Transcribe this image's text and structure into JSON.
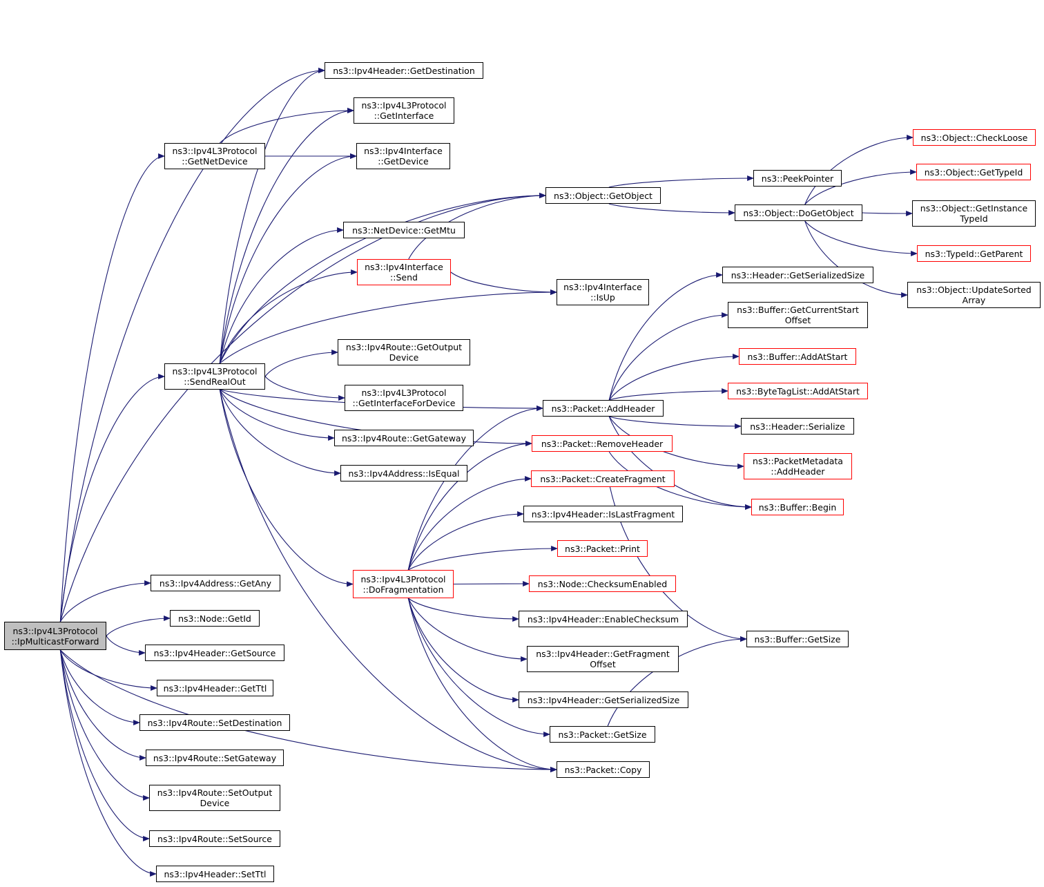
{
  "colors": {
    "edge": "#191970",
    "node_border": "#000000",
    "node_border_incomplete": "#ff0000",
    "root_fill": "#bfbfbf"
  },
  "nodes": [
    {
      "id": "ipmf",
      "lines": [
        "ns3::Ipv4L3Protocol",
        "::IpMulticastForward"
      ],
      "root": true
    },
    {
      "id": "getnetdev",
      "lines": [
        "ns3::Ipv4L3Protocol",
        "::GetNetDevice"
      ]
    },
    {
      "id": "sendrealout",
      "lines": [
        "ns3::Ipv4L3Protocol",
        "::SendRealOut"
      ]
    },
    {
      "id": "getdest",
      "lines": [
        "ns3::Ipv4Header::GetDestination"
      ]
    },
    {
      "id": "getif",
      "lines": [
        "ns3::Ipv4L3Protocol",
        "::GetInterface"
      ]
    },
    {
      "id": "ifgetdev",
      "lines": [
        "ns3::Ipv4Interface",
        "::GetDevice"
      ]
    },
    {
      "id": "getobject",
      "lines": [
        "ns3::Object::GetObject"
      ]
    },
    {
      "id": "peekptr",
      "lines": [
        "ns3::PeekPointer"
      ]
    },
    {
      "id": "dogetobject",
      "lines": [
        "ns3::Object::DoGetObject"
      ]
    },
    {
      "id": "checkloose",
      "lines": [
        "ns3::Object::CheckLoose"
      ],
      "red": true
    },
    {
      "id": "gettypeid",
      "lines": [
        "ns3::Object::GetTypeId"
      ],
      "red": true
    },
    {
      "id": "getinsttypeid",
      "lines": [
        "ns3::Object::GetInstance",
        "TypeId"
      ]
    },
    {
      "id": "getparent",
      "lines": [
        "ns3::TypeId::GetParent"
      ],
      "red": true
    },
    {
      "id": "updatesorted",
      "lines": [
        "ns3::Object::UpdateSorted",
        "Array"
      ]
    },
    {
      "id": "getmtu",
      "lines": [
        "ns3::NetDevice::GetMtu"
      ]
    },
    {
      "id": "ifsend",
      "lines": [
        "ns3::Ipv4Interface",
        "::Send"
      ],
      "red": true
    },
    {
      "id": "isup",
      "lines": [
        "ns3::Ipv4Interface",
        "::IsUp"
      ]
    },
    {
      "id": "hdrsersize",
      "lines": [
        "ns3::Header::GetSerializedSize"
      ]
    },
    {
      "id": "bufcurstart",
      "lines": [
        "ns3::Buffer::GetCurrentStart",
        "Offset"
      ]
    },
    {
      "id": "bufaddatstart",
      "lines": [
        "ns3::Buffer::AddAtStart"
      ],
      "red": true
    },
    {
      "id": "btladdatstart",
      "lines": [
        "ns3::ByteTagList::AddAtStart"
      ],
      "red": true
    },
    {
      "id": "hdrserialize",
      "lines": [
        "ns3::Header::Serialize"
      ]
    },
    {
      "id": "pmaddheader",
      "lines": [
        "ns3::PacketMetadata",
        "::AddHeader"
      ],
      "red": true
    },
    {
      "id": "bufbegin",
      "lines": [
        "ns3::Buffer::Begin"
      ],
      "red": true
    },
    {
      "id": "routegetoutdev",
      "lines": [
        "ns3::Ipv4Route::GetOutput",
        "Device"
      ]
    },
    {
      "id": "getiffordev",
      "lines": [
        "ns3::Ipv4L3Protocol",
        "::GetInterfaceForDevice"
      ]
    },
    {
      "id": "routegetgw",
      "lines": [
        "ns3::Ipv4Route::GetGateway"
      ]
    },
    {
      "id": "addrisequal",
      "lines": [
        "ns3::Ipv4Address::IsEqual"
      ]
    },
    {
      "id": "pktaddheader",
      "lines": [
        "ns3::Packet::AddHeader"
      ]
    },
    {
      "id": "pktremoveheader",
      "lines": [
        "ns3::Packet::RemoveHeader"
      ],
      "red": true
    },
    {
      "id": "pktcreatefrag",
      "lines": [
        "ns3::Packet::CreateFragment"
      ],
      "red": true
    },
    {
      "id": "hdrislastfrag",
      "lines": [
        "ns3::Ipv4Header::IsLastFragment"
      ]
    },
    {
      "id": "pktprint",
      "lines": [
        "ns3::Packet::Print"
      ],
      "red": true
    },
    {
      "id": "nodechecksum",
      "lines": [
        "ns3::Node::ChecksumEnabled"
      ],
      "red": true
    },
    {
      "id": "dofrag",
      "lines": [
        "ns3::Ipv4L3Protocol",
        "::DoFragmentation"
      ],
      "red": true
    },
    {
      "id": "hdrenablechecksum",
      "lines": [
        "ns3::Ipv4Header::EnableChecksum"
      ]
    },
    {
      "id": "hdrgetfragoffset",
      "lines": [
        "ns3::Ipv4Header::GetFragment",
        "Offset"
      ]
    },
    {
      "id": "hdrgetsersize",
      "lines": [
        "ns3::Ipv4Header::GetSerializedSize"
      ]
    },
    {
      "id": "bufgetsize",
      "lines": [
        "ns3::Buffer::GetSize"
      ]
    },
    {
      "id": "pktgetsize",
      "lines": [
        "ns3::Packet::GetSize"
      ]
    },
    {
      "id": "pktcopy",
      "lines": [
        "ns3::Packet::Copy"
      ]
    },
    {
      "id": "addrgetany",
      "lines": [
        "ns3::Ipv4Address::GetAny"
      ]
    },
    {
      "id": "nodegetid",
      "lines": [
        "ns3::Node::GetId"
      ]
    },
    {
      "id": "hdrgetsource",
      "lines": [
        "ns3::Ipv4Header::GetSource"
      ]
    },
    {
      "id": "hdrgetttl",
      "lines": [
        "ns3::Ipv4Header::GetTtl"
      ]
    },
    {
      "id": "routesetdest",
      "lines": [
        "ns3::Ipv4Route::SetDestination"
      ]
    },
    {
      "id": "routesetgw",
      "lines": [
        "ns3::Ipv4Route::SetGateway"
      ]
    },
    {
      "id": "routesetoutdev",
      "lines": [
        "ns3::Ipv4Route::SetOutput",
        "Device"
      ]
    },
    {
      "id": "routesetsource",
      "lines": [
        "ns3::Ipv4Route::SetSource"
      ]
    },
    {
      "id": "hdrsetttl",
      "lines": [
        "ns3::Ipv4Header::SetTtl"
      ]
    }
  ],
  "edges": [
    [
      "ipmf",
      "getdest"
    ],
    [
      "ipmf",
      "getobject"
    ],
    [
      "ipmf",
      "getnetdev"
    ],
    [
      "ipmf",
      "sendrealout"
    ],
    [
      "ipmf",
      "pktcopy"
    ],
    [
      "ipmf",
      "addrgetany"
    ],
    [
      "ipmf",
      "nodegetid"
    ],
    [
      "ipmf",
      "hdrgetsource"
    ],
    [
      "ipmf",
      "hdrgetttl"
    ],
    [
      "ipmf",
      "routesetdest"
    ],
    [
      "ipmf",
      "routesetgw"
    ],
    [
      "ipmf",
      "routesetoutdev"
    ],
    [
      "ipmf",
      "routesetsource"
    ],
    [
      "ipmf",
      "hdrsetttl"
    ],
    [
      "getnetdev",
      "getif"
    ],
    [
      "getnetdev",
      "ifgetdev"
    ],
    [
      "sendrealout",
      "getdest"
    ],
    [
      "sendrealout",
      "getif"
    ],
    [
      "sendrealout",
      "ifgetdev"
    ],
    [
      "sendrealout",
      "getobject"
    ],
    [
      "sendrealout",
      "getmtu"
    ],
    [
      "sendrealout",
      "ifsend"
    ],
    [
      "sendrealout",
      "isup"
    ],
    [
      "sendrealout",
      "routegetoutdev"
    ],
    [
      "sendrealout",
      "getiffordev"
    ],
    [
      "sendrealout",
      "routegetgw"
    ],
    [
      "sendrealout",
      "addrisequal"
    ],
    [
      "sendrealout",
      "pktaddheader"
    ],
    [
      "sendrealout",
      "pktremoveheader"
    ],
    [
      "sendrealout",
      "dofrag"
    ],
    [
      "sendrealout",
      "pktcopy"
    ],
    [
      "ifsend",
      "getobject"
    ],
    [
      "ifsend",
      "isup"
    ],
    [
      "getobject",
      "peekptr"
    ],
    [
      "getobject",
      "dogetobject"
    ],
    [
      "dogetobject",
      "checkloose"
    ],
    [
      "dogetobject",
      "gettypeid"
    ],
    [
      "dogetobject",
      "getinsttypeid"
    ],
    [
      "dogetobject",
      "getparent"
    ],
    [
      "dogetobject",
      "updatesorted"
    ],
    [
      "pktaddheader",
      "hdrsersize"
    ],
    [
      "pktaddheader",
      "bufcurstart"
    ],
    [
      "pktaddheader",
      "bufaddatstart"
    ],
    [
      "pktaddheader",
      "btladdatstart"
    ],
    [
      "pktaddheader",
      "hdrserialize"
    ],
    [
      "pktaddheader",
      "pmaddheader"
    ],
    [
      "pktaddheader",
      "bufbegin"
    ],
    [
      "pktremoveheader",
      "bufbegin"
    ],
    [
      "pktcreatefrag",
      "bufgetsize"
    ],
    [
      "dofrag",
      "pktaddheader"
    ],
    [
      "dofrag",
      "pktremoveheader"
    ],
    [
      "dofrag",
      "pktcreatefrag"
    ],
    [
      "dofrag",
      "hdrislastfrag"
    ],
    [
      "dofrag",
      "pktprint"
    ],
    [
      "dofrag",
      "nodechecksum"
    ],
    [
      "dofrag",
      "hdrenablechecksum"
    ],
    [
      "dofrag",
      "hdrgetfragoffset"
    ],
    [
      "dofrag",
      "hdrgetsersize"
    ],
    [
      "dofrag",
      "pktgetsize"
    ],
    [
      "dofrag",
      "pktcopy"
    ],
    [
      "pktgetsize",
      "bufgetsize"
    ]
  ]
}
